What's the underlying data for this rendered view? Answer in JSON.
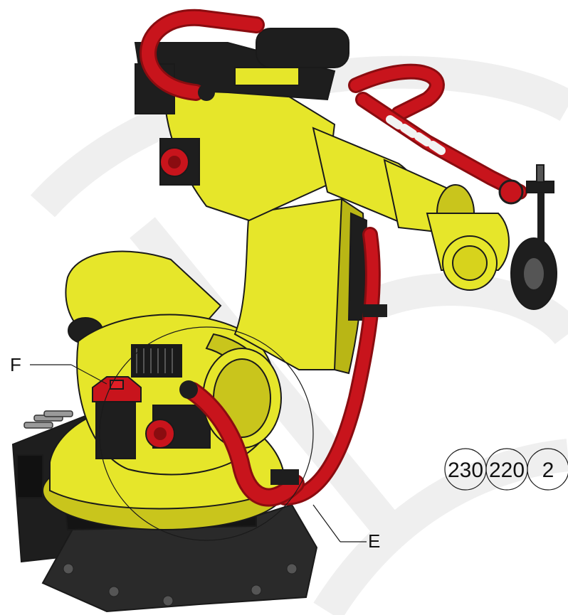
{
  "callouts": {
    "f_label": "F",
    "e_label": "E"
  },
  "balloons": [
    "230",
    "220",
    "2"
  ],
  "colors": {
    "robot_yellow": "#e6e62a",
    "robot_yellow_shadow": "#b9b615",
    "hose_red": "#c8141c",
    "hose_red_dark": "#8a0c10",
    "base_black": "#1e1e1e",
    "watermark_gray": "#ececec"
  }
}
